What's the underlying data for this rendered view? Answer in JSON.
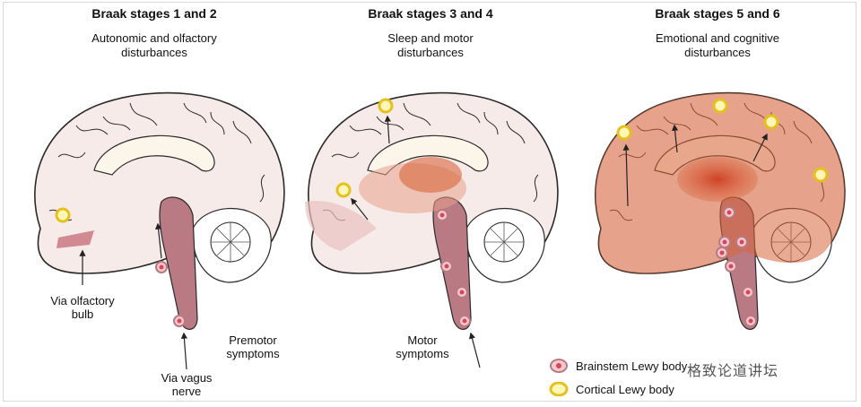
{
  "panels": [
    {
      "title": "Braak stages 1 and 2",
      "subtitle_1": "Autonomic and olfactory",
      "subtitle_2": "disturbances"
    },
    {
      "title": "Braak stages 3 and 4",
      "subtitle_1": "Sleep and motor",
      "subtitle_2": "disturbances"
    },
    {
      "title": "Braak stages 5 and 6",
      "subtitle_1": "Emotional and cognitive",
      "subtitle_2": "disturbances"
    }
  ],
  "labels": {
    "olfactory_1": "Via olfactory",
    "olfactory_2": "bulb",
    "vagus_1": "Via vagus",
    "vagus_2": "nerve",
    "premotor_1": "Premotor",
    "premotor_2": "symptoms",
    "motor_1": "Motor",
    "motor_2": "symptoms"
  },
  "legend": {
    "brainstem": "Brainstem Lewy body",
    "cortical": "Cortical Lewy body"
  },
  "watermark": "格致论道讲坛",
  "colors": {
    "brainstem_fill": "#b97a84",
    "brainstem_inner": "#d9455a",
    "cortical_ring": "#e6c11e",
    "cortical_inner": "#fff6b8",
    "brain_base": "#f7ebe9",
    "spread": "#d9663d",
    "outline": "#2a2a2a"
  }
}
